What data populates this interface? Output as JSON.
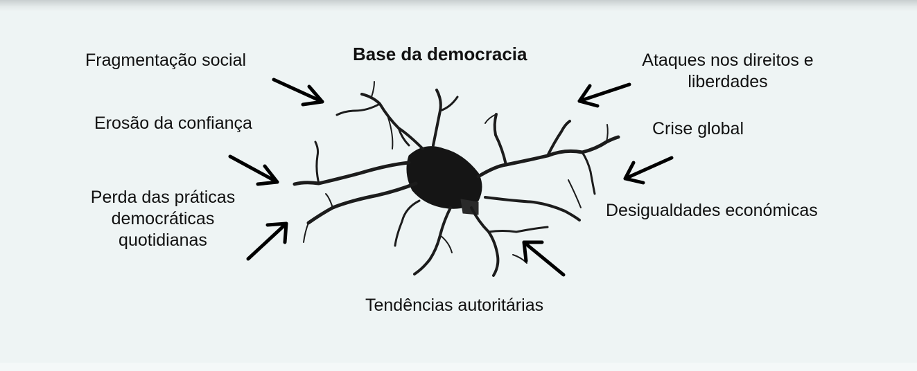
{
  "diagram": {
    "center_label": "Base da democracia",
    "threats": {
      "fragmentacao": "Fragmentação social",
      "erosao": "Erosão da confiança",
      "perda": [
        "Perda das práticas",
        "democráticas",
        "quotidianas"
      ],
      "ataques": [
        "Ataques nos direitos e",
        "liberdades"
      ],
      "crise": "Crise global",
      "desigualdades": "Desigualdades económicas",
      "tendencias": "Tendências autoritárias"
    },
    "colors": {
      "text": "#111111",
      "arrow": "#000000",
      "crack": "#1a1a1a",
      "background": "#eef3f3"
    }
  }
}
